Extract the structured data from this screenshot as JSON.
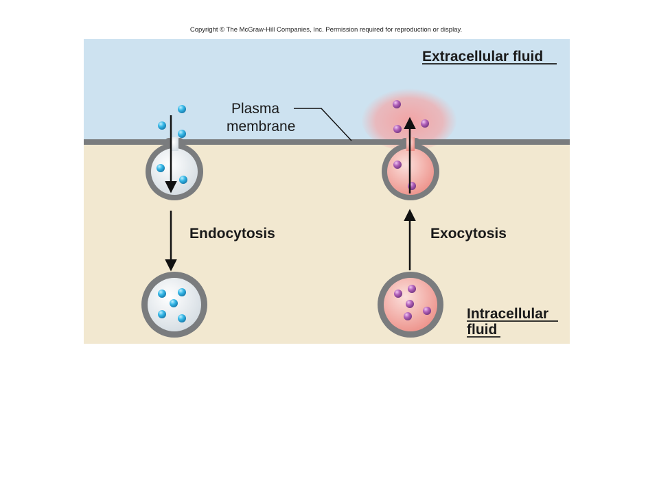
{
  "copyright": "Copyright © The McGraw-Hill Companies, Inc. Permission required for reproduction or display.",
  "labels": {
    "extracellular": "Extracellular fluid",
    "plasma_line1": "Plasma",
    "plasma_line2": "membrane",
    "endocytosis": "Endocytosis",
    "exocytosis": "Exocytosis",
    "intracellular_line1": "Intracellular",
    "intracellular_line2": "fluid"
  },
  "colors": {
    "extracellular": "#cde2f0",
    "intracellular": "#f2e8d0",
    "membrane": "#7a7c7e",
    "endocytosis_particle": "#2aa8d8",
    "exocytosis_particle": "#b05ab0",
    "exocytosis_vesicle": "#f0a8a0",
    "endocytosis_vesicle": "#e6ecf0"
  }
}
